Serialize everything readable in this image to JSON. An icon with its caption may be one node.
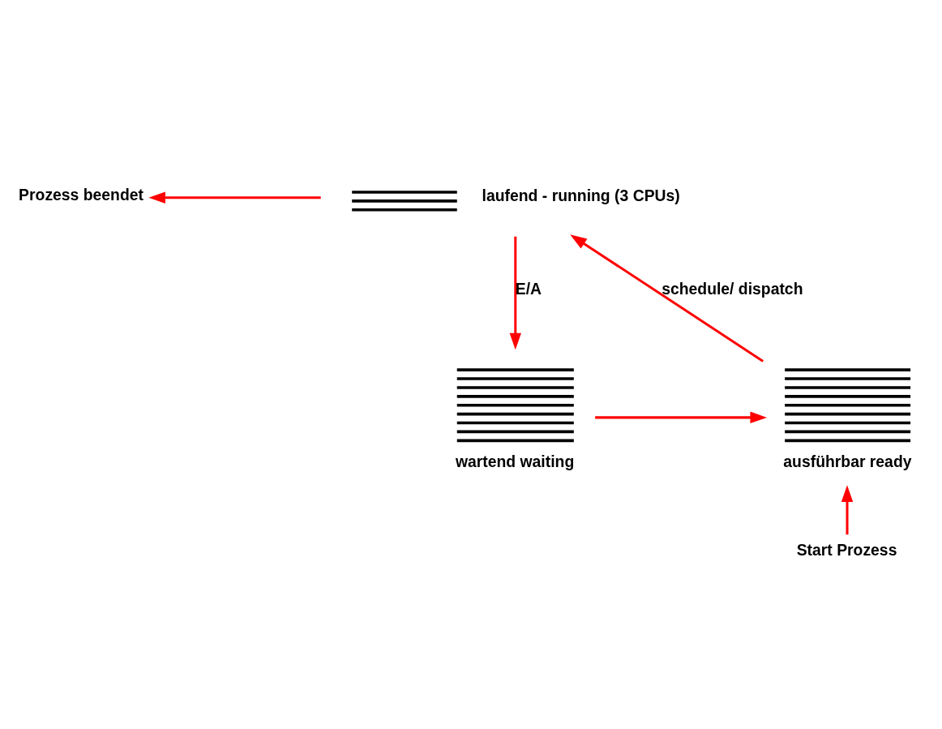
{
  "diagram": {
    "nodes": [
      {
        "text": [
          "Prozess beendet"
        ]
      },
      {
        "text": [
          "laufend - running (3 CPUs)"
        ]
      },
      {
        "text": [
          "ausführbar ready"
        ]
      },
      {
        "text": [
          "wartend waiting"
        ]
      },
      {
        "text": [
          "Start Prozess"
        ]
      }
    ],
    "edges": [
      {
        "from": 1,
        "to": 0,
        "arrow": "to"
      },
      {
        "from": 2,
        "to": 1,
        "arrow": "to",
        "label": "schedule/ dispatch"
      },
      {
        "from": 1,
        "to": 3,
        "arrow": "to",
        "label": "E/A"
      },
      {
        "from": 3,
        "to": 2,
        "arrow": "to"
      },
      {
        "from": 4,
        "to": 2,
        "arrow": "to"
      }
    ]
  }
}
